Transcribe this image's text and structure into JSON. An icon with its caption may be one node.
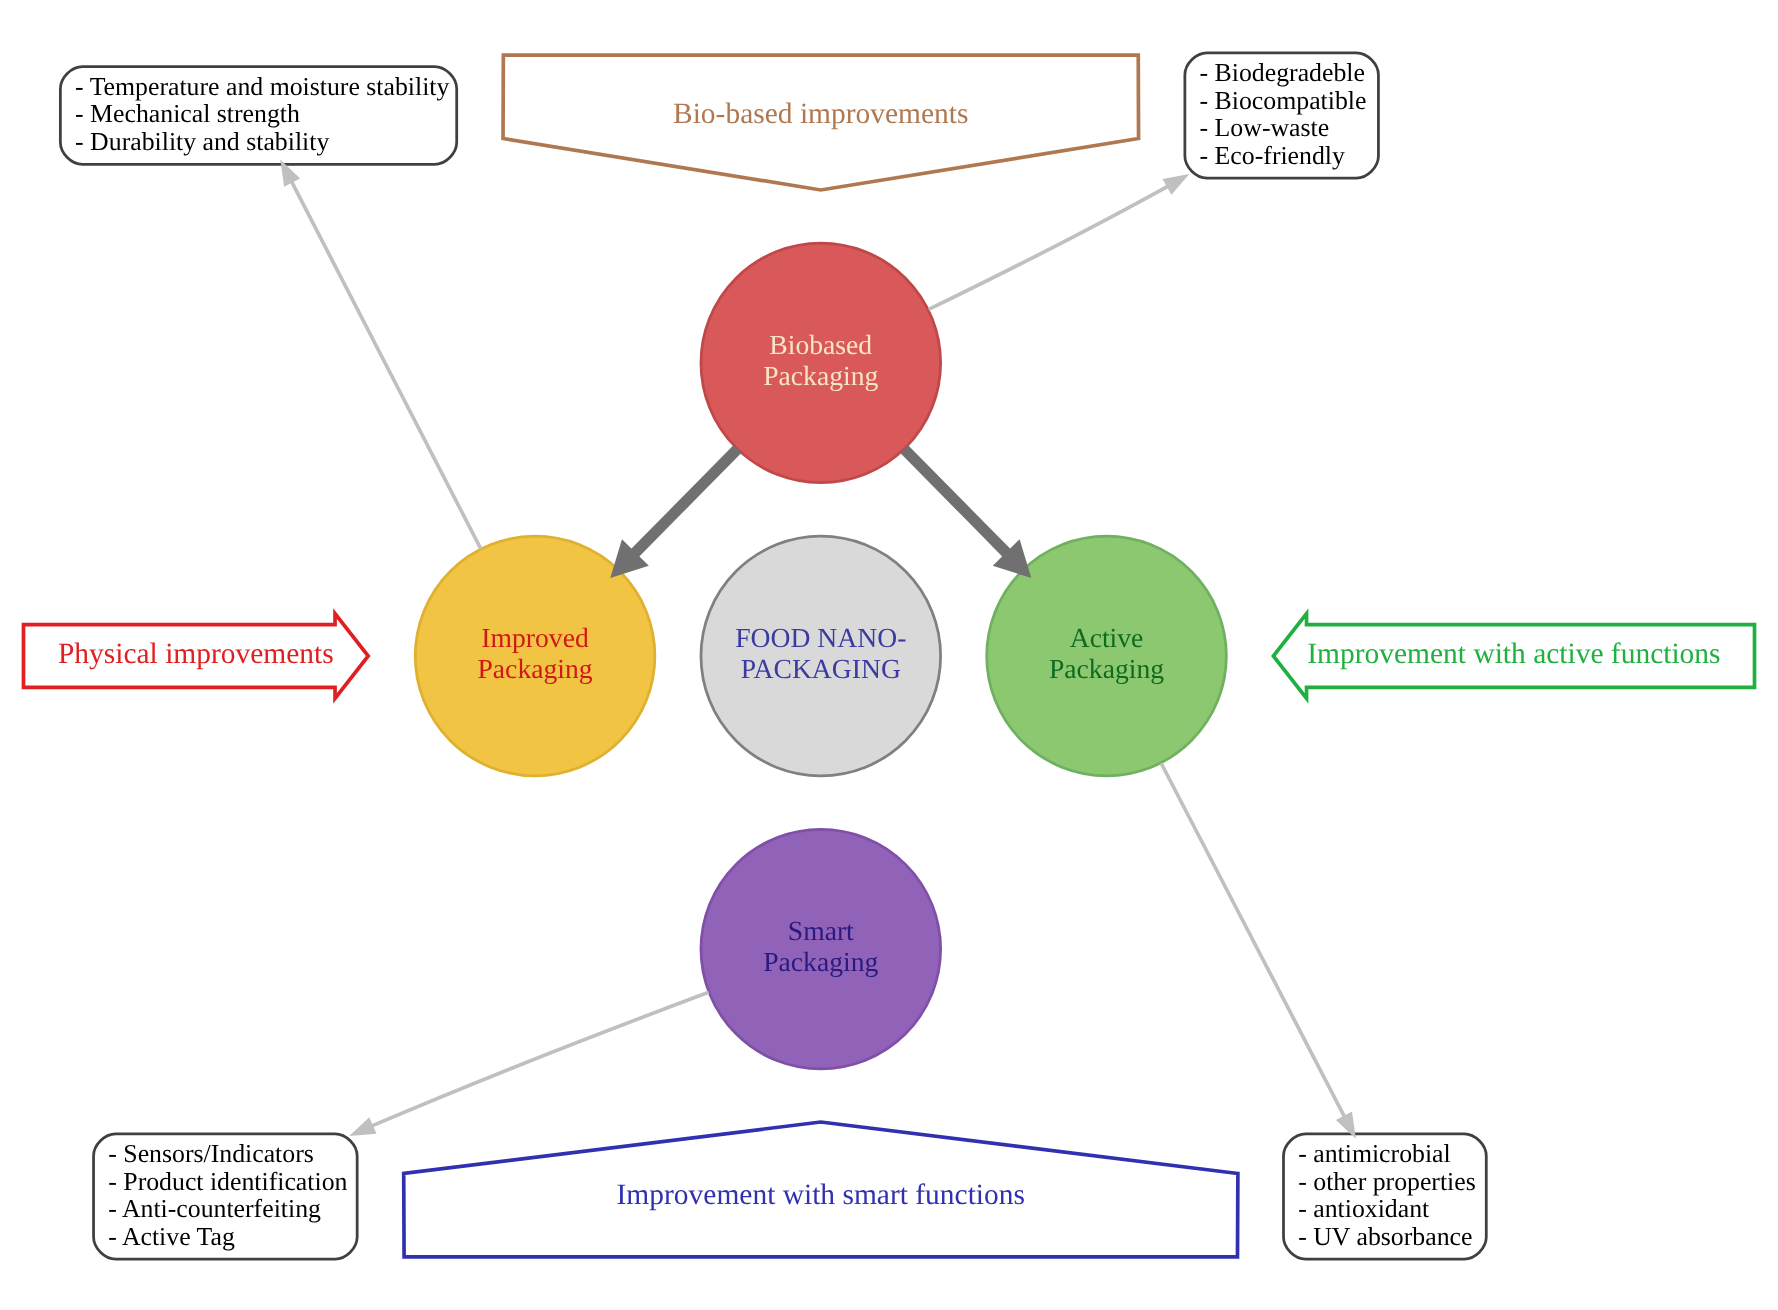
{
  "diagram": {
    "nodes": [
      {
        "text": [
          "FOOD NANO-PACKAGING"
        ]
      },
      {
        "text": [
          "Biobased Packaging"
        ]
      },
      {
        "text": [
          "Improved Packaging"
        ]
      },
      {
        "text": [
          "Active Packaging"
        ]
      },
      {
        "text": [
          "Smart Packaging"
        ]
      },
      {
        "text": [
          "- Temperature and moisture stability",
          "- Mechanical strength",
          "- Durability and stability"
        ]
      },
      {
        "text": [
          "- Biodegradeble",
          "- Biocompatible",
          "- Low-waste",
          "- Eco-friendly"
        ]
      },
      {
        "text": [
          "- Sensors/Indicators",
          "- Product identification",
          "- Anti-counterfeiting",
          "- Active Tag"
        ]
      },
      {
        "text": [
          "- antimicrobial",
          "- other properties",
          "- antioxidant",
          "- UV absorbance"
        ]
      },
      {
        "text": [
          "Bio-based improvements"
        ]
      },
      {
        "text": [
          "Physical improvements"
        ]
      },
      {
        "text": [
          "Improvement with active functions"
        ]
      },
      {
        "text": [
          "Improvement with smart functions"
        ]
      }
    ],
    "edges": [
      {
        "from": 1,
        "to": 2,
        "arrow": "to",
        "style": "thick",
        "color": "#707070"
      },
      {
        "from": 1,
        "to": 3,
        "arrow": "to",
        "style": "thick",
        "color": "#707070"
      },
      {
        "from": 1,
        "to": 6,
        "arrow": "to"
      },
      {
        "from": 2,
        "to": 5,
        "arrow": "to"
      },
      {
        "from": 3,
        "to": 8,
        "arrow": "to"
      },
      {
        "from": 4,
        "to": 7,
        "arrow": "to"
      }
    ]
  }
}
